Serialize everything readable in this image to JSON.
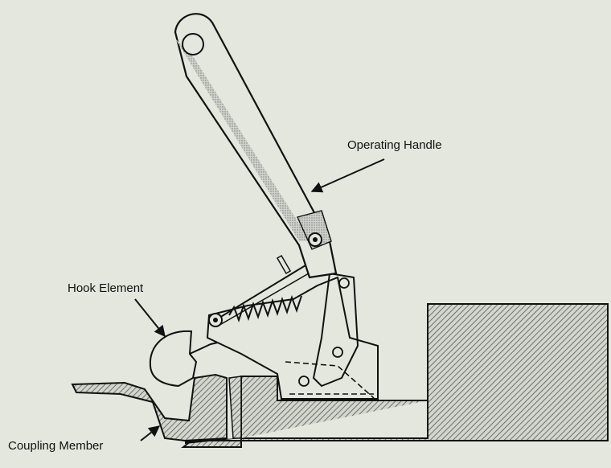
{
  "labels": {
    "operating_handle": "Operating Handle",
    "hook_element": "Hook Element",
    "coupling_member": "Coupling Member"
  },
  "colors": {
    "background": "#e3e7de",
    "ink": "#111111",
    "hatch": "#4a4a4a",
    "stipple": "#9a9a9a"
  }
}
